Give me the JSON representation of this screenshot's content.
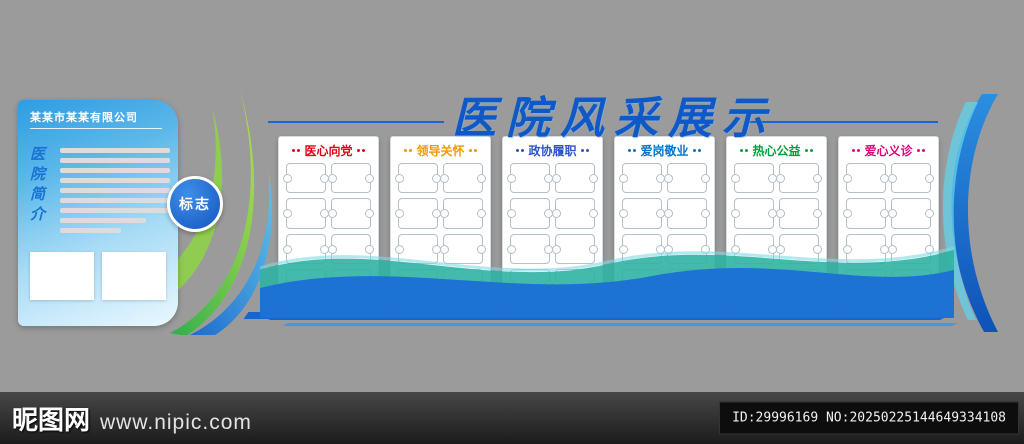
{
  "canvas": {
    "background": "#9b9b9b"
  },
  "title": {
    "text": "医院风采展示"
  },
  "left_board": {
    "company_name": "某某市某某有限公司",
    "vertical_label": "医院简介",
    "logo_text": "标志"
  },
  "panels": [
    {
      "label": "医心向党",
      "color": "#e60012"
    },
    {
      "label": "领导关怀",
      "color": "#f39800"
    },
    {
      "label": "政协履职",
      "color": "#2f54c9"
    },
    {
      "label": "爱岗敬业",
      "color": "#0075c8"
    },
    {
      "label": "热心公益",
      "color": "#00a13a"
    },
    {
      "label": "爱心义诊",
      "color": "#e4007f"
    }
  ],
  "decor_colors": {
    "accent_blue": "#1566d0",
    "wave_blue": "#1b6fd6",
    "wave_teal": "#2fb3a3",
    "leaf_green": "#3fae49",
    "leaf_light_green": "#8fd24a",
    "swoosh_cyan": "#62d2ec"
  },
  "watermark": {
    "site_name": "昵图网",
    "site_url": "www.nipic.com",
    "id_text": "ID:29996169  NO:20250225144649334108"
  }
}
